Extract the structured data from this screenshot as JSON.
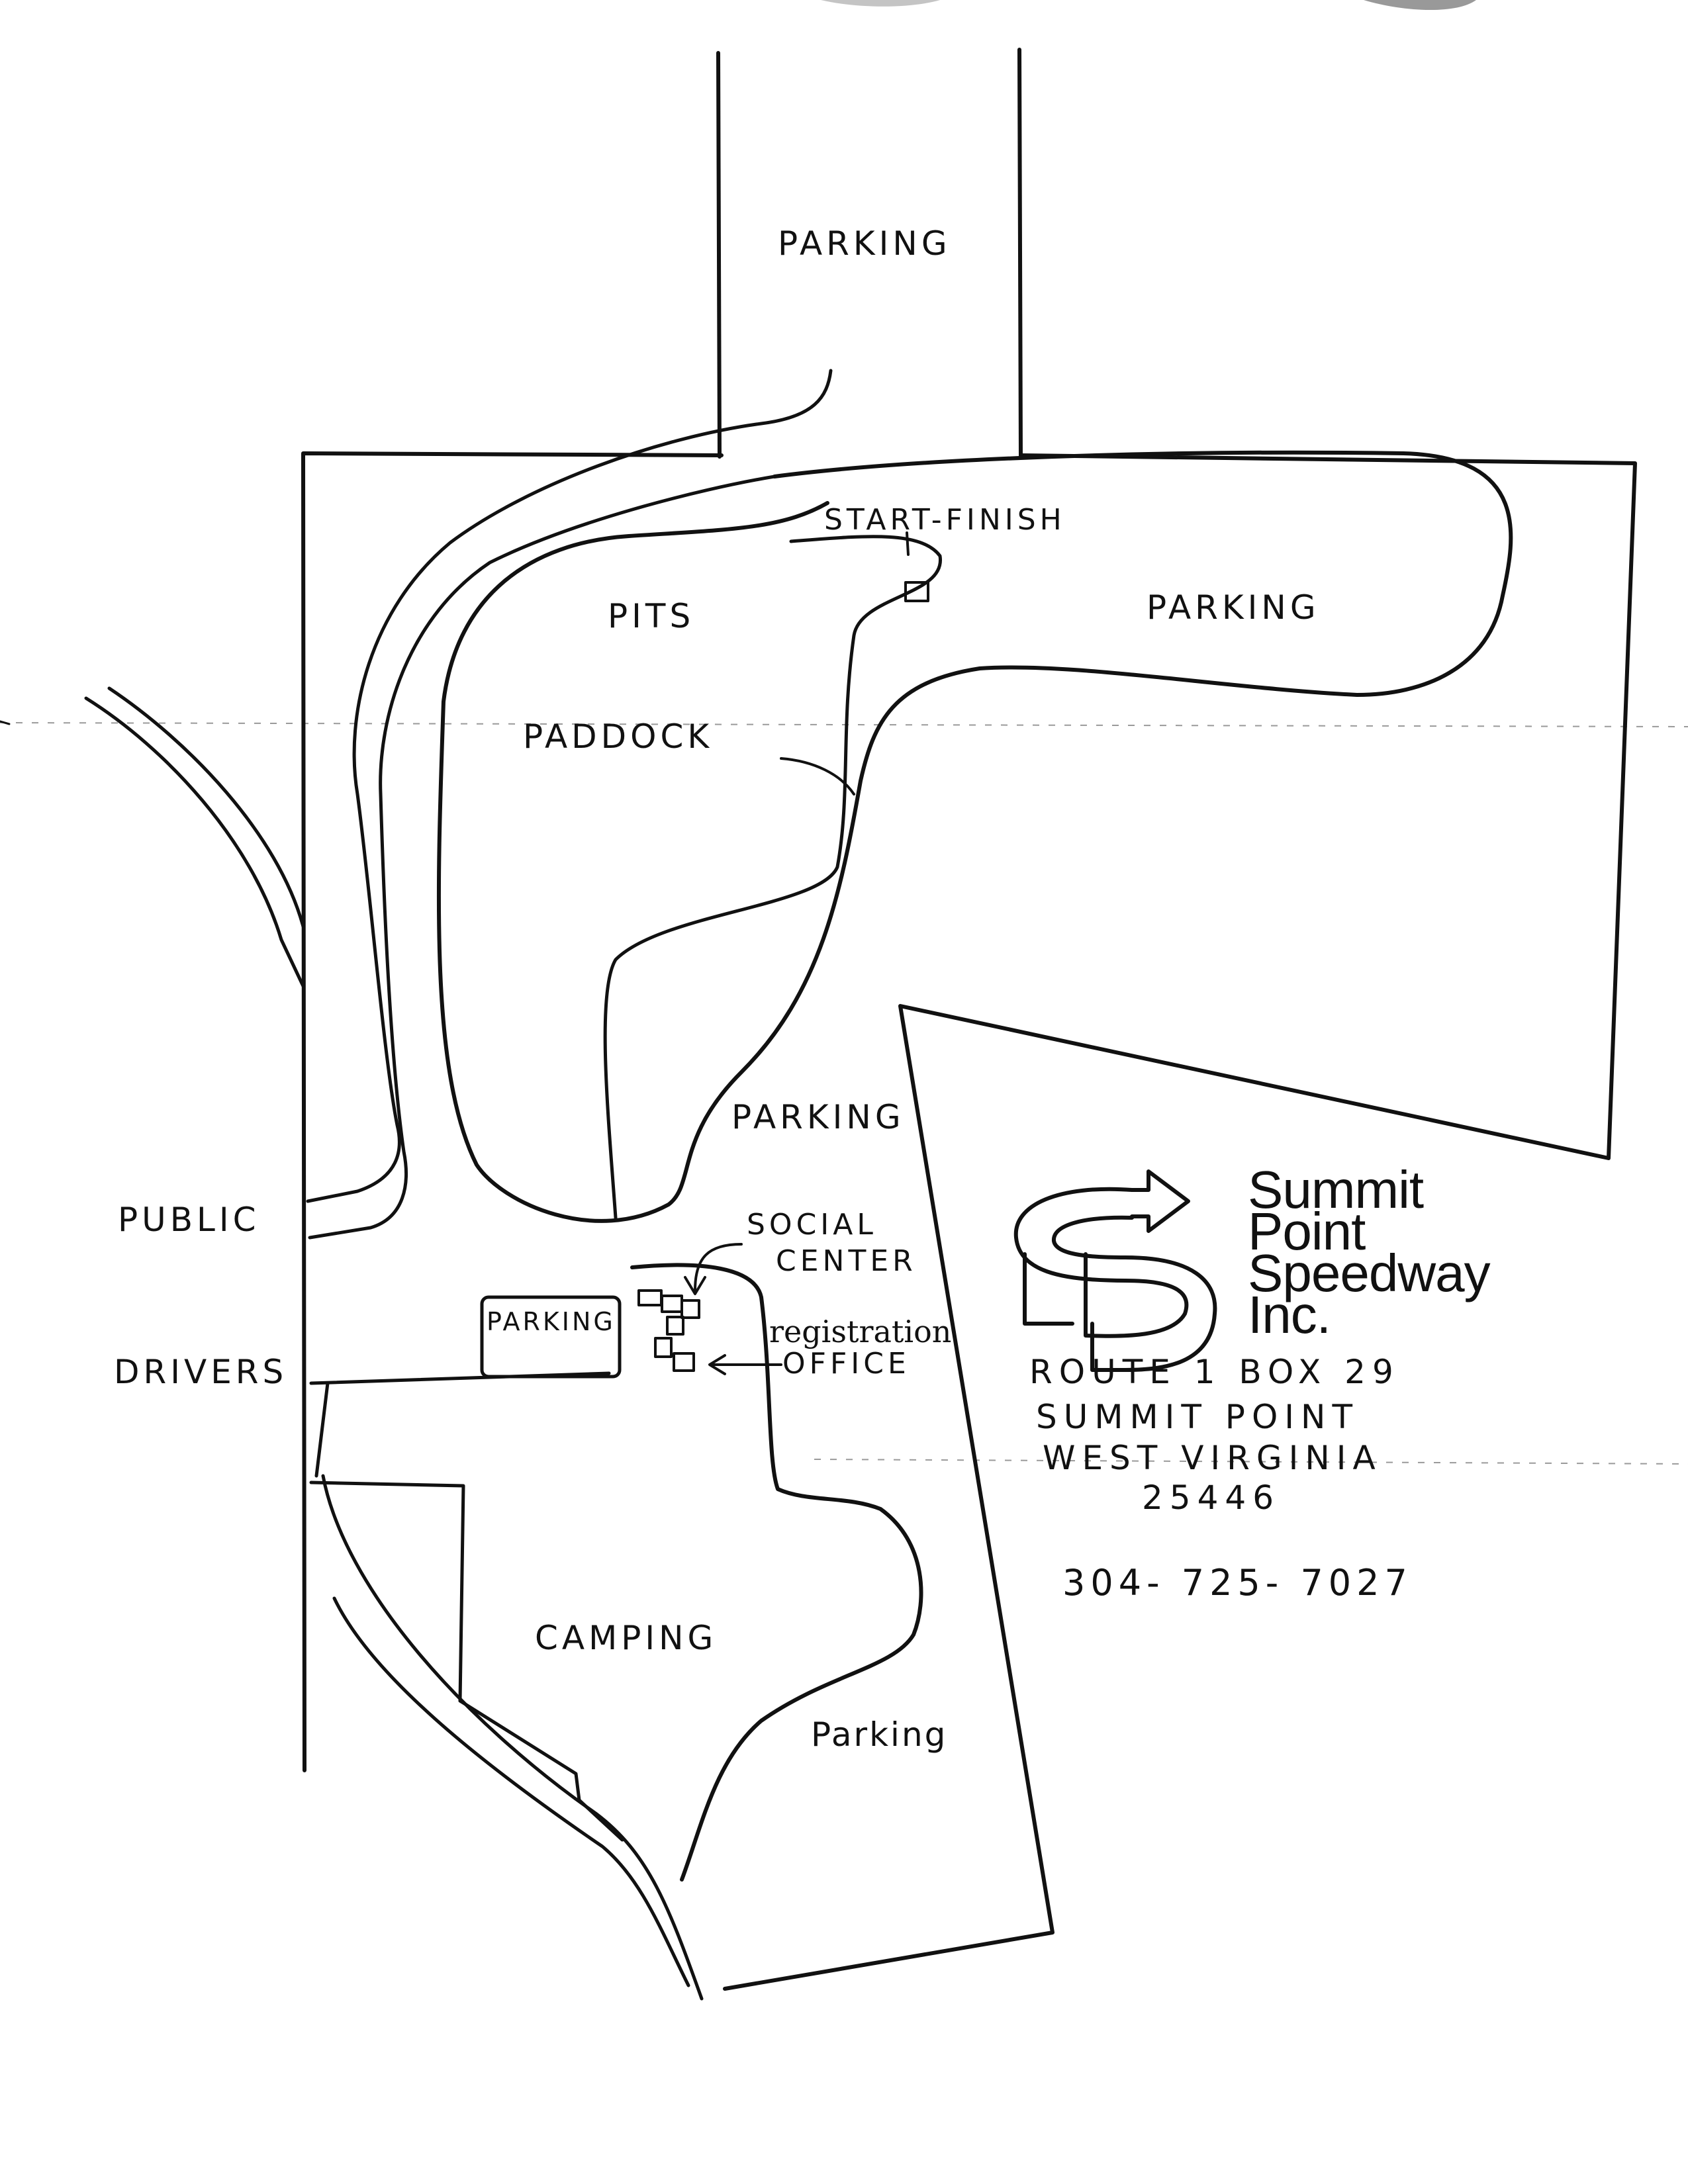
{
  "labels": {
    "parking_top": "PARKING",
    "start_finish": "START-FINISH",
    "pits": "PITS",
    "parking_right": "PARKING",
    "paddock": "PADDOCK",
    "parking_middle": "PARKING",
    "public": "PUBLIC",
    "drivers": "DRIVERS",
    "social_center_line1": "SOCIAL",
    "social_center_line2": "CENTER",
    "parking_box": "PARKING",
    "registration": "registration",
    "office": "OFFICE",
    "camping": "CAMPING",
    "parking_bottom": "Parking"
  },
  "company": {
    "name_line1": "Summit",
    "name_line2": "Point",
    "name_line3": "Speedway",
    "name_line4": "Inc.",
    "address_line1": "ROUTE 1   BOX 29",
    "address_line2": "SUMMIT  POINT",
    "address_line3": "WEST  VIRGINIA",
    "address_line4": "25446",
    "phone": "304- 725- 7027"
  }
}
